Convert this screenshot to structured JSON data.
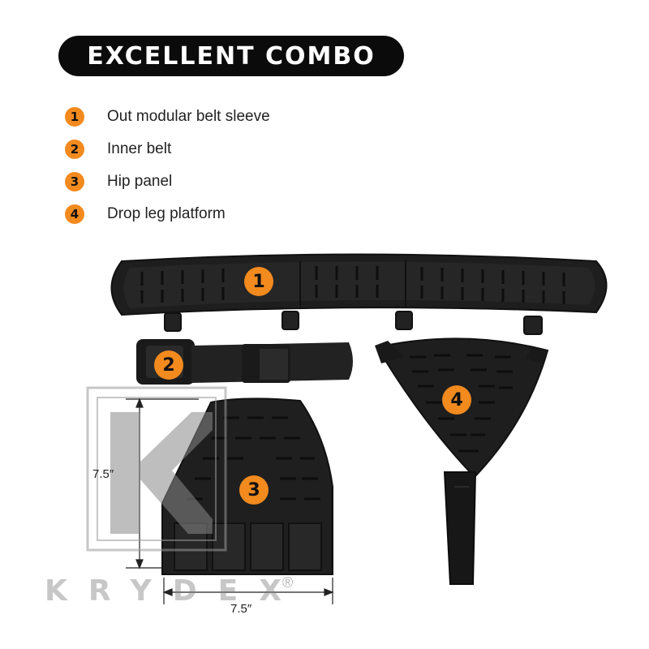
{
  "header": {
    "title": "EXCELLENT COMBO"
  },
  "legend": [
    {
      "number": "1",
      "label": "Out modular belt sleeve"
    },
    {
      "number": "2",
      "label": "Inner belt"
    },
    {
      "number": "3",
      "label": "Hip panel"
    },
    {
      "number": "4",
      "label": "Drop leg platform"
    }
  ],
  "product_markers": [
    "1",
    "2",
    "3",
    "4"
  ],
  "dimensions": {
    "height": "7.5″",
    "width": "7.5″"
  },
  "watermark": {
    "brand": "KRYDEX",
    "registered": "®"
  },
  "colors": {
    "accent": "#f28a1e",
    "title_bg": "#0b0b0b",
    "gear": "#1c1c1c"
  }
}
